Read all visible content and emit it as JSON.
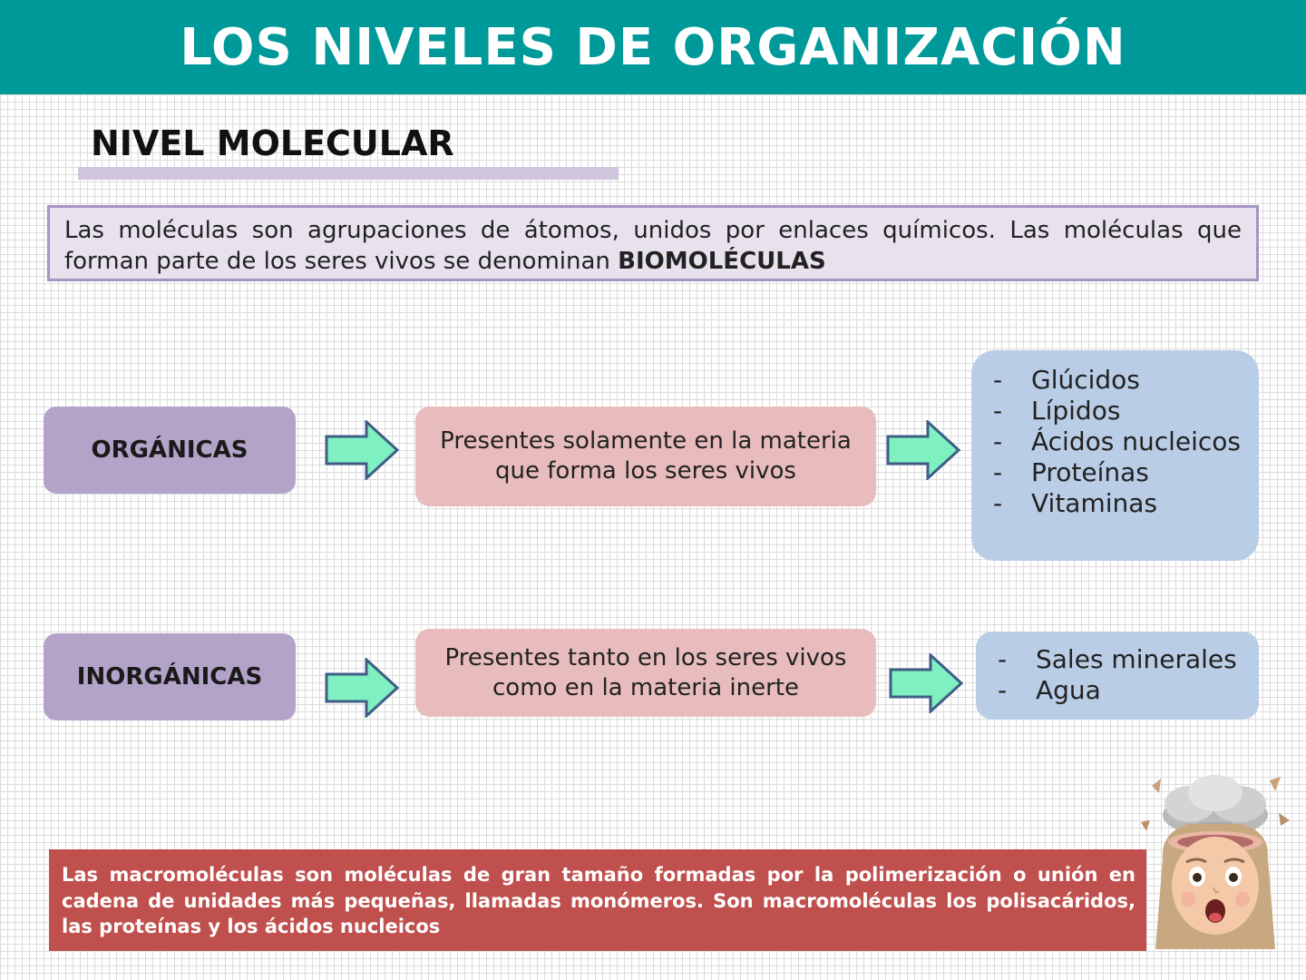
{
  "header": {
    "title": "LOS NIVELES DE ORGANIZACIÓN"
  },
  "section": {
    "title": "NIVEL MOLECULAR"
  },
  "intro": {
    "text": "Las moléculas son agrupaciones de átomos, unidos por enlaces químicos. Las moléculas que forman parte de los seres vivos se denominan ",
    "highlight": "BIOMOLÉCULAS"
  },
  "organic": {
    "label": "ORGÁNICAS",
    "description": "Presentes solamente en la materia que forma los seres vivos",
    "examples": [
      "Glúcidos",
      "Lípidos",
      "Ácidos nucleicos",
      "Proteínas",
      "Vitaminas"
    ]
  },
  "inorganic": {
    "label": "INORGÁNICAS",
    "description": "Presentes tanto en los seres vivos como en la materia inerte",
    "examples": [
      "Sales minerales",
      "Agua"
    ]
  },
  "note": {
    "text": "Las macromoléculas son moléculas de gran tamaño formadas por la polimerización o unión en cadena de unidades más pequeñas, llamadas monómeros. Son macromoléculas los polisacáridos, las proteínas y los ácidos nucleicos"
  },
  "icons": {
    "arrow": "right-arrow-icon",
    "avatar": "mind-blown-avatar-icon"
  },
  "colors": {
    "header": "#009999",
    "category": "#b4a3c9",
    "description": "#e8bcbc",
    "list": "#b9cde6",
    "note": "#c0504d",
    "arrow_fill": "#7ff0c0",
    "arrow_stroke": "#3e5e86"
  }
}
